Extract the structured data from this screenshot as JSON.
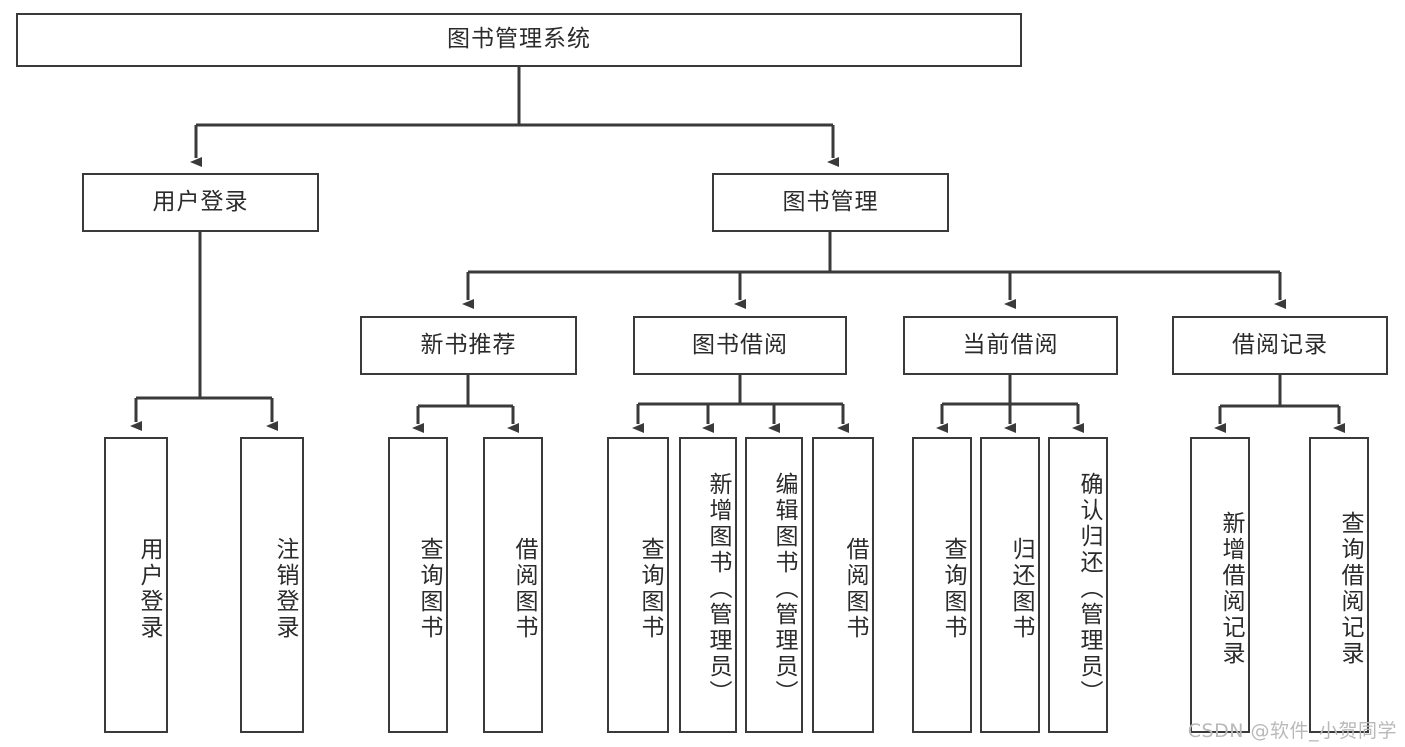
{
  "diagram": {
    "title": "图书管理系统",
    "type": "tree-hierarchy",
    "stroke_color": "#3a3a3a",
    "text_color": "#2b2b2b",
    "background_color": "#ffffff"
  },
  "root": {
    "label": "图书管理系统"
  },
  "level2": [
    {
      "label": "用户登录"
    },
    {
      "label": "图书管理"
    }
  ],
  "level3": [
    {
      "label": "新书推荐"
    },
    {
      "label": "图书借阅"
    },
    {
      "label": "当前借阅"
    },
    {
      "label": "借阅记录"
    }
  ],
  "leaves": {
    "user_login": [
      {
        "label": "用户登录"
      },
      {
        "label": "注销登录"
      }
    ],
    "new_book": [
      {
        "label": "查询图书"
      },
      {
        "label": "借阅图书"
      }
    ],
    "book_borrow": [
      {
        "label": "查询图书"
      },
      {
        "label": "新增图书（管理员）"
      },
      {
        "label": "编辑图书（管理员）"
      },
      {
        "label": "借阅图书"
      }
    ],
    "current_borrow": [
      {
        "label": "查询图书"
      },
      {
        "label": "归还图书"
      },
      {
        "label": "确认归还（管理员）"
      }
    ],
    "borrow_record": [
      {
        "label": "新增借阅记录"
      },
      {
        "label": "查询借阅记录"
      }
    ]
  },
  "watermark": {
    "text": "CSDN @软件_小贺同学"
  }
}
